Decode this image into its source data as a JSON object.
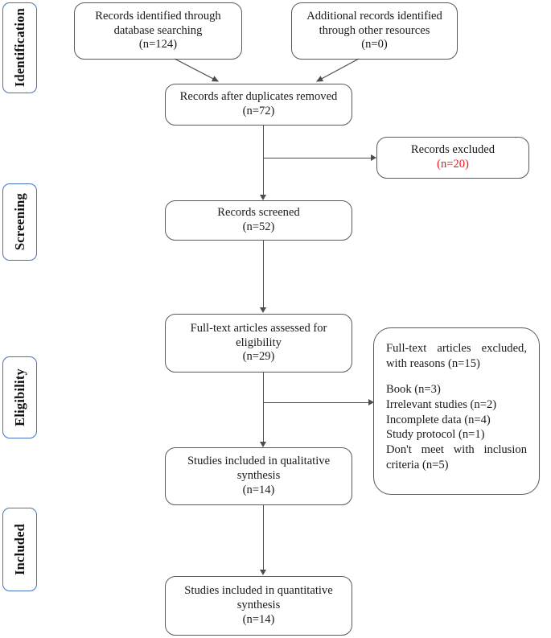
{
  "diagram": {
    "type": "prisma-flow-diagram",
    "stages": [
      {
        "id": "identification",
        "label": "Identification"
      },
      {
        "id": "screening",
        "label": "Screening"
      },
      {
        "id": "eligibility",
        "label": "Eligibility"
      },
      {
        "id": "included",
        "label": "Included"
      }
    ],
    "boxes": {
      "database_records": {
        "lines": [
          "Records identified through",
          "database searching",
          "(n=124)"
        ],
        "count": 124
      },
      "other_records": {
        "lines": [
          "Additional records identified",
          "through other resources",
          "(n=0)"
        ],
        "count": 0
      },
      "duplicates_removed": {
        "lines": [
          "Records after duplicates removed",
          "(n=72)"
        ],
        "count": 72
      },
      "records_excluded": {
        "lines": [
          "Records excluded"
        ],
        "count_text": "(n=20)",
        "count": 20,
        "count_color": "#e8191b"
      },
      "records_screened": {
        "lines": [
          "Records screened",
          "(n=52)"
        ],
        "count": 52
      },
      "fulltext_assessed": {
        "lines": [
          "Full-text articles assessed for",
          "eligibility",
          "(n=29)"
        ],
        "count": 29
      },
      "fulltext_excluded": {
        "heading": "Full-text articles excluded, with reasons (n=15)",
        "total": 15,
        "reasons": [
          "Book (n=3)",
          "Irrelevant studies (n=2)",
          "Incomplete data (n=4)",
          "Study protocol (n=1)"
        ],
        "reason_wrapped": "Don't meet with inclusion criteria (n=5)"
      },
      "qualitative_synthesis": {
        "lines": [
          "Studies included in qualitative",
          "synthesis",
          "(n=14)"
        ],
        "count": 14
      },
      "quantitative_synthesis": {
        "lines": [
          "Studies included in quantitative",
          "synthesis",
          "(n=14)"
        ],
        "count": 14
      }
    },
    "colors": {
      "stage_border": "#4472C4",
      "box_border": "#5a5a5a",
      "connector": "#4d4d4d",
      "text": "#1a1a1a",
      "highlight": "#e8191b",
      "background": "#ffffff"
    }
  }
}
